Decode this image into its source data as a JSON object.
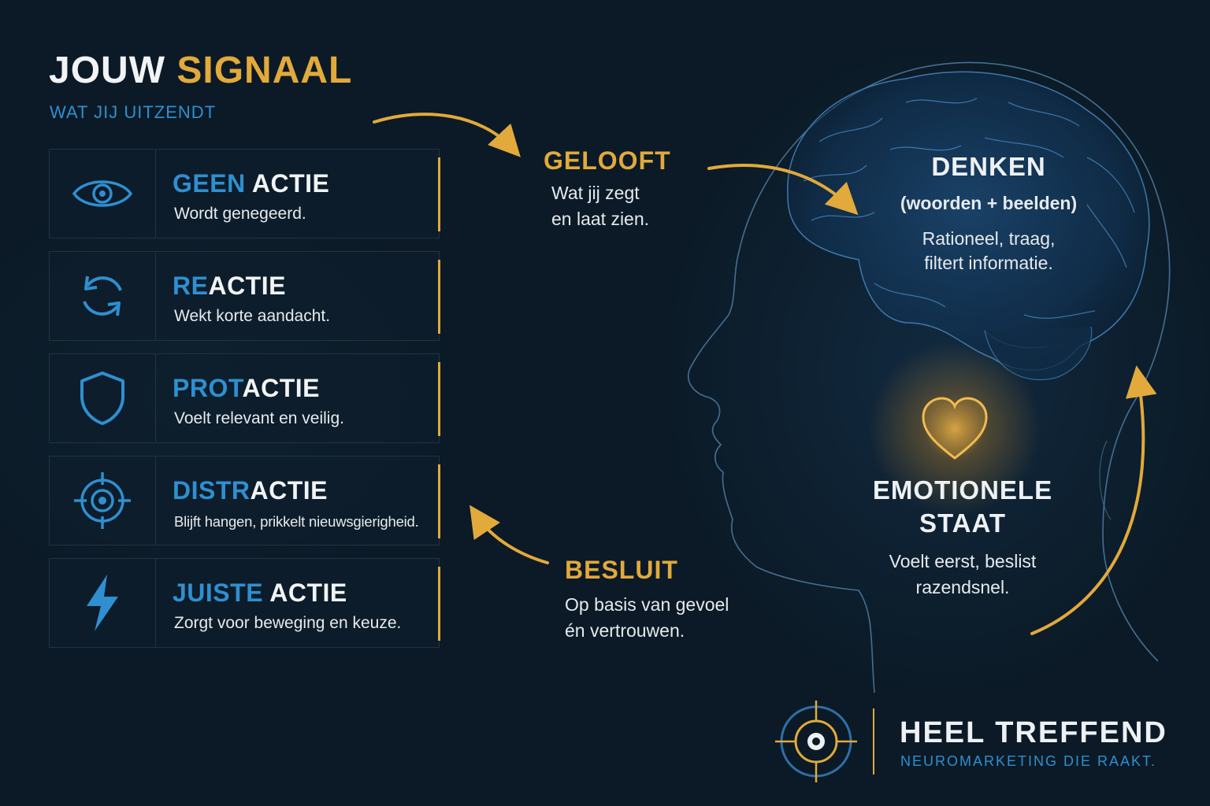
{
  "header": {
    "title_part1": "JOUW",
    "title_part2": "SIGNAAL",
    "subtitle": "WAT JIJ UITZENDT"
  },
  "cards": [
    {
      "title_blue": "GEEN",
      "title_white": " ACTIE",
      "description": "Wordt genegeerd.",
      "icon": "eye-icon"
    },
    {
      "title_blue": "RE",
      "title_white": "ACTIE",
      "description": "Wekt korte aandacht.",
      "icon": "refresh-icon"
    },
    {
      "title_blue": "PROT",
      "title_white": "ACTIE",
      "description": "Voelt relevant en veilig.",
      "icon": "shield-icon"
    },
    {
      "title_blue": "DISTR",
      "title_white": "ACTIE",
      "description": "Blijft hangen, prikkelt nieuwsgierigheid.",
      "icon": "target-icon"
    },
    {
      "title_blue": "JUISTE",
      "title_white": " ACTIE",
      "description": "Zorgt voor beweging en keuze.",
      "icon": "lightning-icon"
    }
  ],
  "flow": {
    "gelooft_title": "GELOOFT",
    "gelooft_line1": "Wat jij zegt",
    "gelooft_line2": "en laat zien.",
    "besluit_title": "BESLUIT",
    "besluit_line1": "Op basis van gevoel",
    "besluit_line2": "én vertrouwen."
  },
  "head": {
    "denken_title": "DENKEN",
    "denken_sub": "(woorden + beelden)",
    "denken_line1": "Rationeel, traag,",
    "denken_line2": "filtert informatie.",
    "emotie_title1": "EMOTIONELE",
    "emotie_title2": "STAAT",
    "emotie_line1": "Voelt eerst, beslist",
    "emotie_line2": "razendsnel."
  },
  "brand": {
    "name": "HEEL TREFFEND",
    "tagline": "NEUROMARKETING DIE RAAKT."
  },
  "colors": {
    "background": "#0b1a26",
    "gold": "#e2a93b",
    "blue": "#2f8fd0",
    "text": "#eef1f4"
  }
}
